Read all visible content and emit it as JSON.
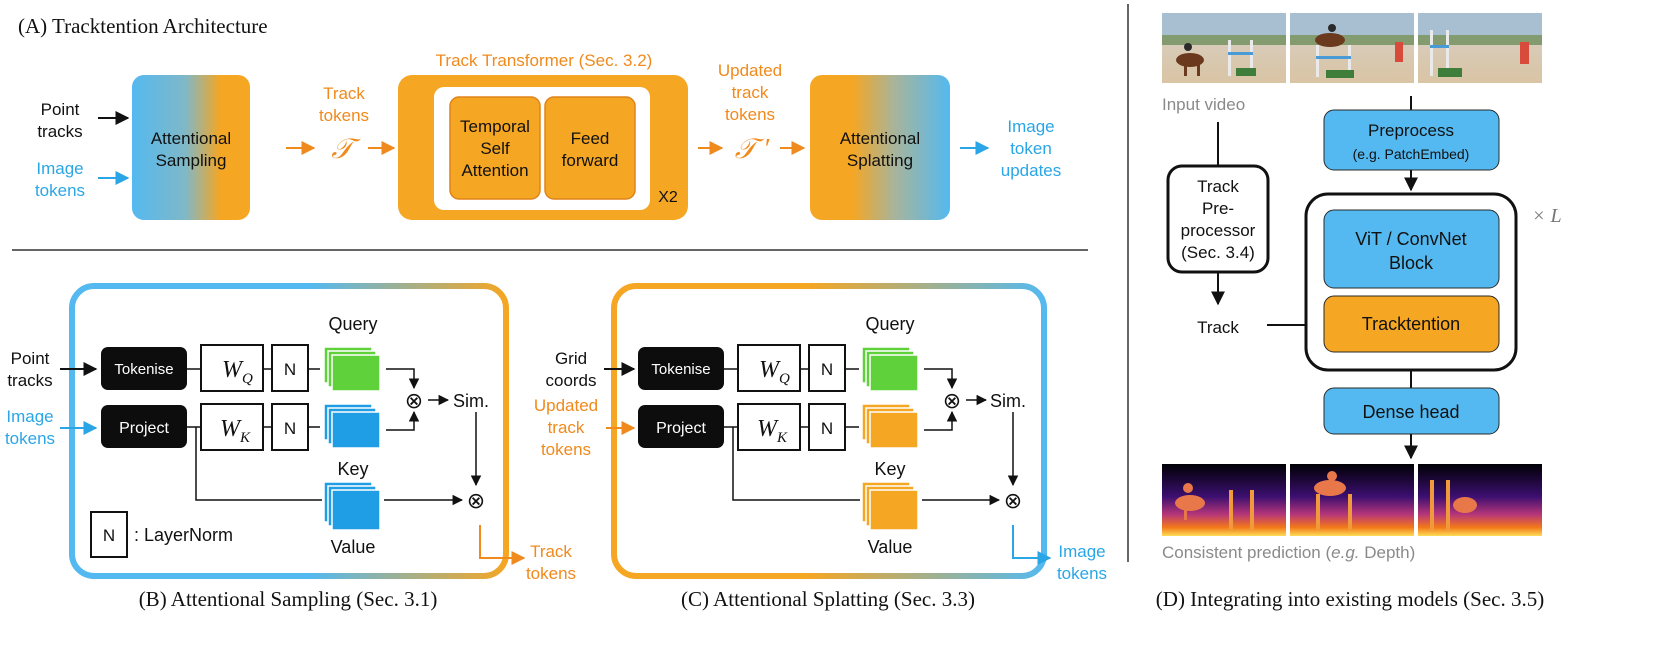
{
  "colors": {
    "blue": "#54b9f0",
    "blue_text": "#2aa6e6",
    "orange": "#f5a623",
    "orange_text": "#f08a1c",
    "green": "#5fd13b",
    "dark": "#0d0d0d"
  },
  "panel_a": {
    "title": "(A) Tracktention Architecture",
    "in_point": [
      "Point",
      "tracks"
    ],
    "in_image": [
      "Image",
      "tokens"
    ],
    "attentional_sampling": [
      "Attentional",
      "Sampling"
    ],
    "track_tokens": [
      "Track",
      "tokens"
    ],
    "track_symbol": "𝒯",
    "transformer_title": "Track Transformer (Sec. 3.2)",
    "temporal": [
      "Temporal",
      "Self",
      "Attention"
    ],
    "feed": [
      "Feed",
      "forward"
    ],
    "repeat": "X2",
    "updated": [
      "Updated",
      "track",
      "tokens"
    ],
    "updated_symbol": "𝒯 ′",
    "attentional_splatting": [
      "Attentional",
      "Splatting"
    ],
    "out_image": [
      "Image",
      "token",
      "updates"
    ]
  },
  "panel_b": {
    "caption": "(B) Attentional Sampling (Sec. 3.1)",
    "in_point": [
      "Point",
      "tracks"
    ],
    "in_image": [
      "Image",
      "tokens"
    ],
    "tokenise": "Tokenise",
    "project": "Project",
    "wq": "W",
    "wq_sub": "Q",
    "wk": "W",
    "wk_sub": "K",
    "norm": "N",
    "query": "Query",
    "key": "Key",
    "value": "Value",
    "sim": "Sim.",
    "otimes": "⊗",
    "legend_norm": "N",
    "legend_text": ": LayerNorm",
    "out": [
      "Track",
      "tokens"
    ]
  },
  "panel_c": {
    "caption": "(C) Attentional Splatting (Sec. 3.3)",
    "in_grid": [
      "Grid",
      "coords"
    ],
    "in_updated": [
      "Updated",
      "track",
      "tokens"
    ],
    "tokenise": "Tokenise",
    "project": "Project",
    "wq": "W",
    "wq_sub": "Q",
    "wk": "W",
    "wk_sub": "K",
    "norm": "N",
    "query": "Query",
    "key": "Key",
    "value": "Value",
    "sim": "Sim.",
    "otimes": "⊗",
    "out": [
      "Image",
      "tokens"
    ]
  },
  "panel_d": {
    "caption": "(D) Integrating into existing models (Sec. 3.5)",
    "input_video": "Input video",
    "preprocess": "Preprocess",
    "preprocess_sub": "(e.g. PatchEmbed)",
    "track_pre": [
      "Track",
      "Pre-",
      "processor",
      "(Sec. 3.4)"
    ],
    "track": "Track",
    "vit": [
      "ViT / ConvNet",
      "Block"
    ],
    "tracktention": "Tracktention",
    "times_l": "× L",
    "dense": "Dense head",
    "consistent_a": "Consistent prediction (",
    "consistent_eg": "e.g.",
    "consistent_b": " Depth)"
  }
}
